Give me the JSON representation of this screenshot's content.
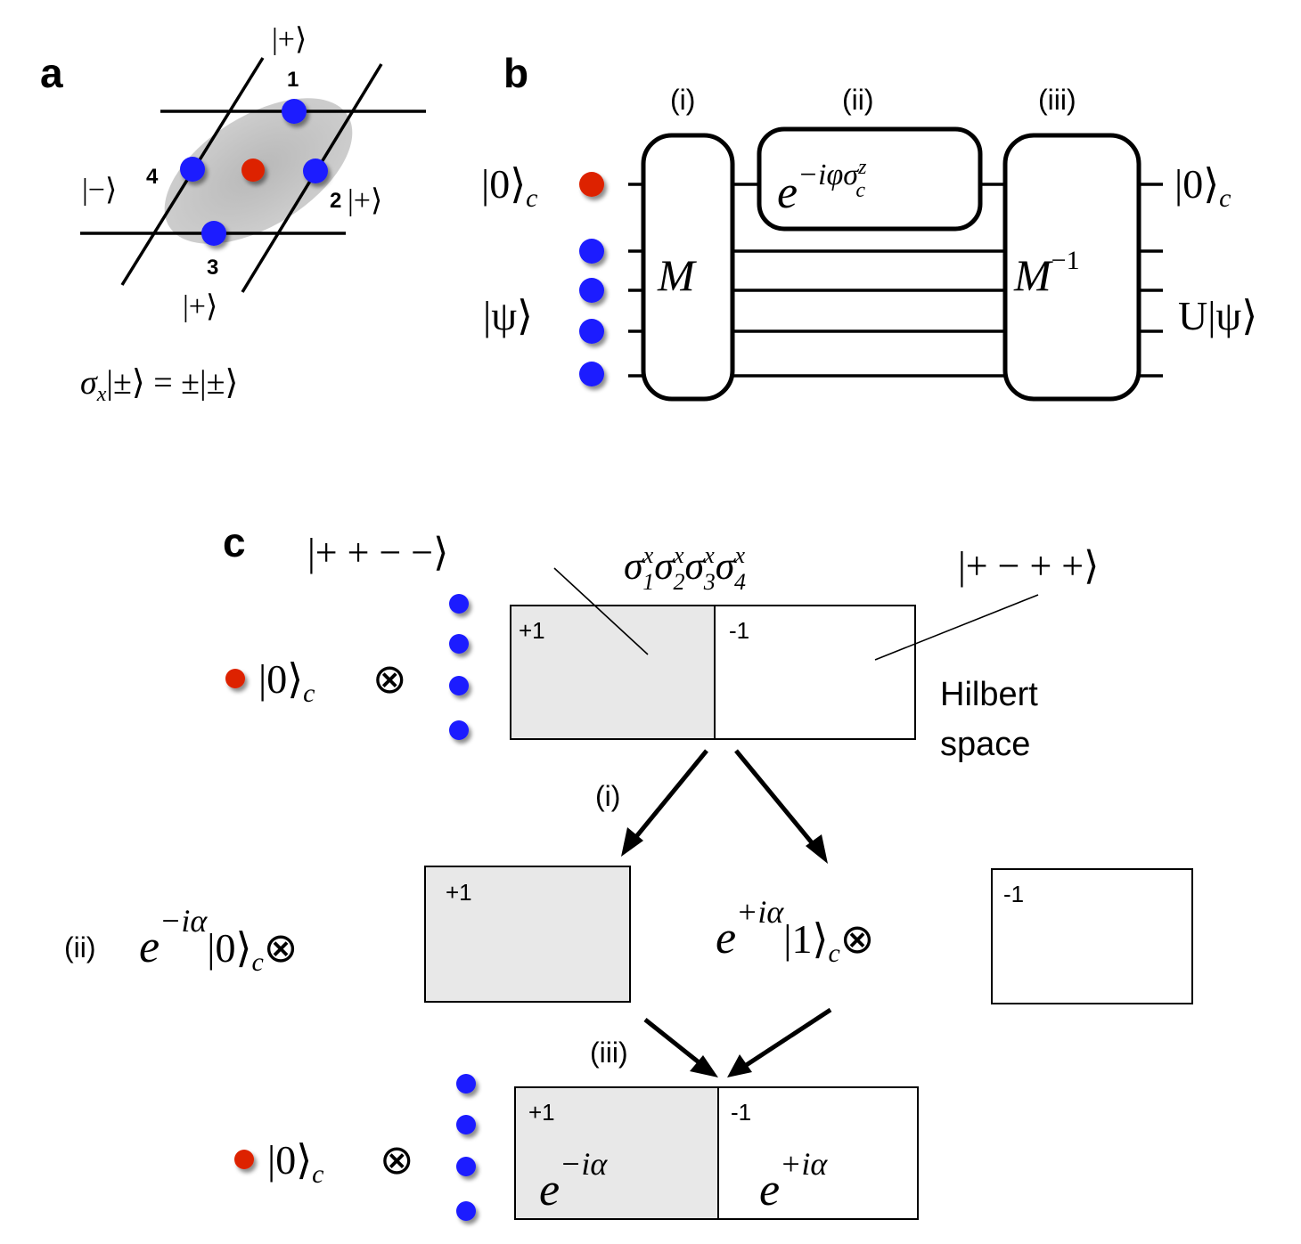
{
  "panels": {
    "a": "a",
    "b": "b",
    "c": "c"
  },
  "a": {
    "ket_top": "|+⟩",
    "ket_left": "|−⟩",
    "ket_right": "|+⟩",
    "ket_bottom": "|+⟩",
    "site1": "1",
    "site2": "2",
    "site3": "3",
    "site4": "4",
    "eq_sigma": "σ",
    "eq_sub": "x",
    "eq_rest": "|±⟩ = ±|±⟩"
  },
  "b": {
    "stage_i": "(i)",
    "stage_ii": "(ii)",
    "stage_iii": "(iii)",
    "in_control": "|0⟩",
    "in_control_sub": "c",
    "in_psi": "|ψ⟩",
    "gate_M": "M",
    "gate_Minv": "M",
    "gate_Minv_sup": "−1",
    "gate_phase_base": "e",
    "gate_phase_exp": "−iφσ",
    "gate_phase_sup": "z",
    "gate_phase_sub": "c",
    "out_control": "|0⟩",
    "out_control_sub": "c",
    "out_psi": "U|ψ⟩"
  },
  "c": {
    "ket_left": "|+ + − −⟩",
    "ket_right": "|+ − + +⟩",
    "operator_sigma": "σ",
    "operator_sup": "x",
    "operator_subs": [
      "1",
      "2",
      "3",
      "4"
    ],
    "top_state": "|0⟩",
    "top_state_sub": "c",
    "tensor": "⊗",
    "plus_label": "+1",
    "minus_label": "-1",
    "hilbert_1": "Hilbert",
    "hilbert_2": "space",
    "step_i": "(i)",
    "step_ii": "(ii)",
    "step_iii": "(iii)",
    "left_phase_exp": "−iα",
    "right_phase_exp": "+iα",
    "left_state": "|0⟩",
    "right_state": "|1⟩",
    "state_sub": "c",
    "e": "e",
    "bottom_state": "|0⟩",
    "bottom_state_sub": "c"
  },
  "colors": {
    "control_qubit": "#dd2200",
    "data_qubit": "#1a1aff",
    "shaded_region": "#e8e8e8",
    "plaquette": "#c8c8c8"
  }
}
